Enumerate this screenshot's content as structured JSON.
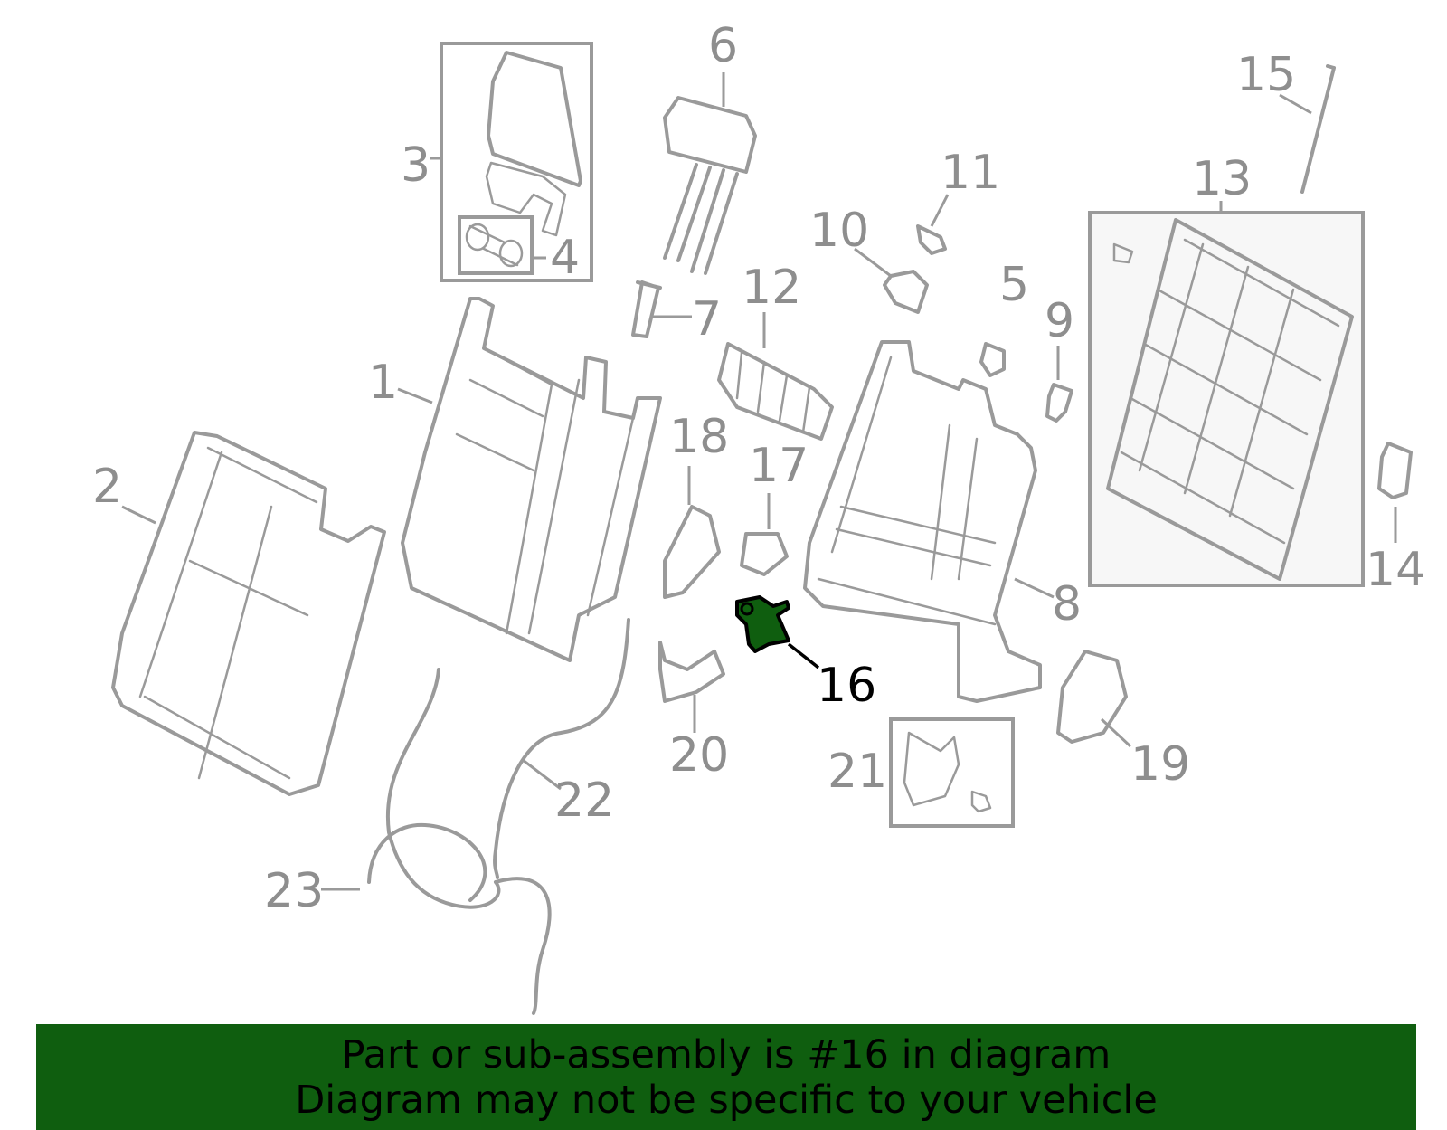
{
  "diagram": {
    "callouts": [
      {
        "id": "1",
        "text": "1"
      },
      {
        "id": "2",
        "text": "2"
      },
      {
        "id": "3",
        "text": "3"
      },
      {
        "id": "4",
        "text": "4"
      },
      {
        "id": "5",
        "text": "5"
      },
      {
        "id": "6",
        "text": "6"
      },
      {
        "id": "7",
        "text": "7"
      },
      {
        "id": "8",
        "text": "8"
      },
      {
        "id": "9",
        "text": "9"
      },
      {
        "id": "10",
        "text": "10"
      },
      {
        "id": "11",
        "text": "11"
      },
      {
        "id": "12",
        "text": "12"
      },
      {
        "id": "13",
        "text": "13"
      },
      {
        "id": "14",
        "text": "14"
      },
      {
        "id": "15",
        "text": "15"
      },
      {
        "id": "16",
        "text": "16"
      },
      {
        "id": "17",
        "text": "17"
      },
      {
        "id": "18",
        "text": "18"
      },
      {
        "id": "19",
        "text": "19"
      },
      {
        "id": "20",
        "text": "20"
      },
      {
        "id": "21",
        "text": "21"
      },
      {
        "id": "22",
        "text": "22"
      },
      {
        "id": "23",
        "text": "23"
      }
    ],
    "highlighted_part": "16",
    "colors": {
      "line": "#9a9a9a",
      "label": "#8e8e8e",
      "highlight_fill": "#0f5e0f",
      "highlight_label": "#000000"
    }
  },
  "banner": {
    "line1": "Part or sub-assembly is #16 in diagram",
    "line2": "Diagram may not be specific to your vehicle",
    "background": "#0f5e0f"
  }
}
